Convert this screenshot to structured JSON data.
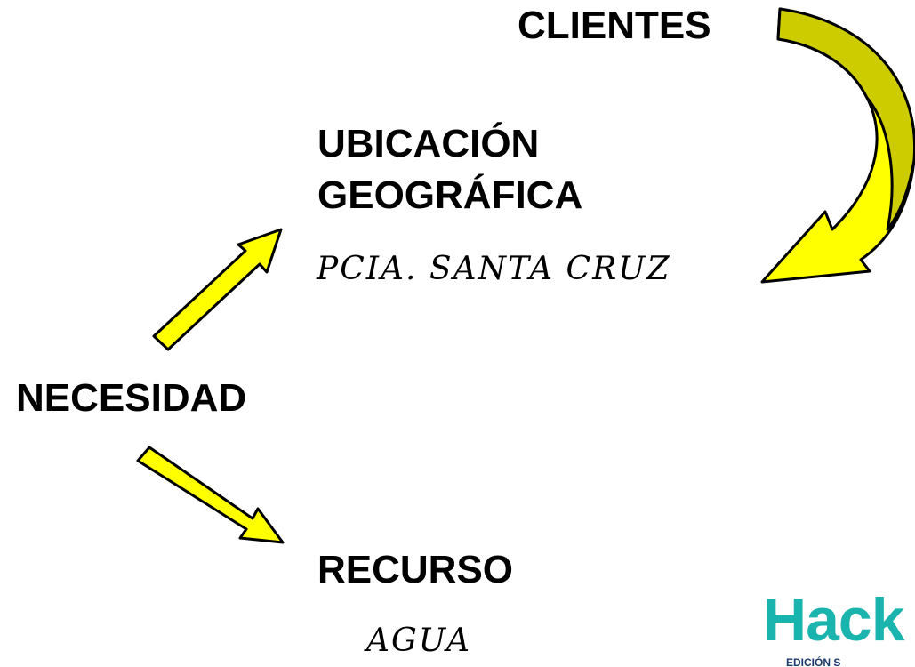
{
  "nodes": {
    "clientes": "CLIENTES",
    "ubicacion_line1": "UBICACIÓN",
    "ubicacion_line2": "GEOGRÁFICA",
    "pcia": "PCIA. SANTA CRUZ",
    "necesidad": "NECESIDAD",
    "recurso": "RECURSO",
    "agua": "AGUA"
  },
  "logo": {
    "text": "Hack",
    "subtext": "EDICIÓN S"
  },
  "colors": {
    "arrow_fill": "#ffff00",
    "curved_arrow_fill": "#cccc00",
    "arrow_stroke": "#000000",
    "logo": "#19b4ad"
  },
  "icons": [
    "curved-arrow-icon",
    "straight-arrow-icon"
  ]
}
